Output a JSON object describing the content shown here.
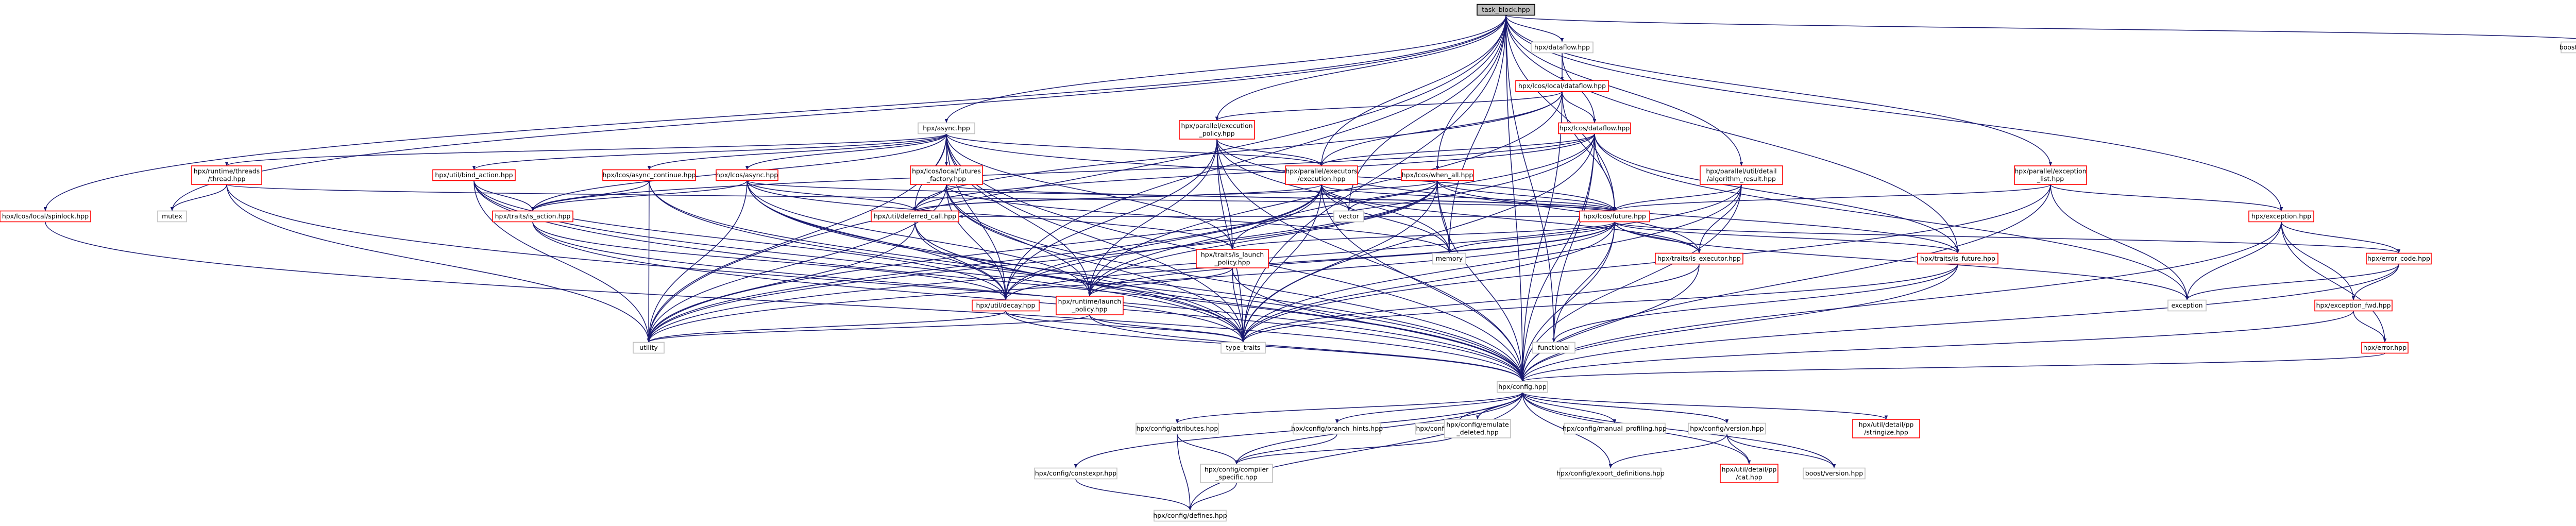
{
  "colors": {
    "edge": "#191970",
    "border_normal": "#bfbfbf",
    "border_missing": "#ff0000",
    "border_root": "#000000",
    "root_fill": "#bfbfbf",
    "fill": "#ffffff"
  },
  "nodes": [
    {
      "id": "root",
      "lines": [
        "task_block.hpp"
      ],
      "kind": "root"
    },
    {
      "id": "dataflow",
      "lines": [
        "hpx/dataflow.hpp"
      ],
      "kind": "normal"
    },
    {
      "id": "addressof",
      "lines": [
        "boost/utility/addressof.hpp"
      ],
      "kind": "normal"
    },
    {
      "id": "lcos_local_dataflow",
      "lines": [
        "hpx/lcos/local/dataflow.hpp"
      ],
      "kind": "missing"
    },
    {
      "id": "lcos_dataflow",
      "lines": [
        "hpx/lcos/dataflow.hpp"
      ],
      "kind": "missing"
    },
    {
      "id": "async",
      "lines": [
        "hpx/async.hpp"
      ],
      "kind": "normal"
    },
    {
      "id": "par_exec_policy",
      "lines": [
        "hpx/parallel/execution",
        "_policy.hpp"
      ],
      "kind": "missing"
    },
    {
      "id": "runtime_threads",
      "lines": [
        "hpx/runtime/threads",
        "/thread.hpp"
      ],
      "kind": "missing"
    },
    {
      "id": "util_bind_action",
      "lines": [
        "hpx/util/bind_action.hpp"
      ],
      "kind": "missing"
    },
    {
      "id": "async_continue",
      "lines": [
        "hpx/lcos/async_continue.hpp"
      ],
      "kind": "missing"
    },
    {
      "id": "lcos_async",
      "lines": [
        "hpx/lcos/async.hpp"
      ],
      "kind": "missing"
    },
    {
      "id": "futures_factory",
      "lines": [
        "hpx/lcos/local/futures",
        "_factory.hpp"
      ],
      "kind": "missing"
    },
    {
      "id": "par_executors",
      "lines": [
        "hpx/parallel/executors",
        "/execution.hpp"
      ],
      "kind": "missing"
    },
    {
      "id": "when_all",
      "lines": [
        "hpx/lcos/when_all.hpp"
      ],
      "kind": "missing"
    },
    {
      "id": "algorithm_result",
      "lines": [
        "hpx/parallel/util/detail",
        "/algorithm_result.hpp"
      ],
      "kind": "missing"
    },
    {
      "id": "exception_list",
      "lines": [
        "hpx/parallel/exception",
        "_list.hpp"
      ],
      "kind": "missing"
    },
    {
      "id": "spinlock",
      "lines": [
        "hpx/lcos/local/spinlock.hpp"
      ],
      "kind": "missing"
    },
    {
      "id": "mutex",
      "lines": [
        "mutex"
      ],
      "kind": "normal"
    },
    {
      "id": "is_action",
      "lines": [
        "hpx/traits/is_action.hpp"
      ],
      "kind": "missing"
    },
    {
      "id": "deferred_call",
      "lines": [
        "hpx/util/deferred_call.hpp"
      ],
      "kind": "missing"
    },
    {
      "id": "vector",
      "lines": [
        "vector"
      ],
      "kind": "normal"
    },
    {
      "id": "future",
      "lines": [
        "hpx/lcos/future.hpp"
      ],
      "kind": "missing"
    },
    {
      "id": "memory",
      "lines": [
        "memory"
      ],
      "kind": "normal"
    },
    {
      "id": "is_launch_policy",
      "lines": [
        "hpx/traits/is_launch",
        "_policy.hpp"
      ],
      "kind": "missing"
    },
    {
      "id": "is_executor",
      "lines": [
        "hpx/traits/is_executor.hpp"
      ],
      "kind": "missing"
    },
    {
      "id": "is_future",
      "lines": [
        "hpx/traits/is_future.hpp"
      ],
      "kind": "missing"
    },
    {
      "id": "exception_hpp",
      "lines": [
        "hpx/exception.hpp"
      ],
      "kind": "missing"
    },
    {
      "id": "error_code",
      "lines": [
        "hpx/error_code.hpp"
      ],
      "kind": "missing"
    },
    {
      "id": "decay",
      "lines": [
        "hpx/util/decay.hpp"
      ],
      "kind": "missing"
    },
    {
      "id": "launch_policy",
      "lines": [
        "hpx/runtime/launch",
        "_policy.hpp"
      ],
      "kind": "missing"
    },
    {
      "id": "exception_std",
      "lines": [
        "exception"
      ],
      "kind": "normal"
    },
    {
      "id": "exception_fwd",
      "lines": [
        "hpx/exception_fwd.hpp"
      ],
      "kind": "missing"
    },
    {
      "id": "utility",
      "lines": [
        "utility"
      ],
      "kind": "normal"
    },
    {
      "id": "type_traits",
      "lines": [
        "type_traits"
      ],
      "kind": "normal"
    },
    {
      "id": "functional",
      "lines": [
        "functional"
      ],
      "kind": "normal"
    },
    {
      "id": "error_hpp",
      "lines": [
        "hpx/error.hpp"
      ],
      "kind": "missing"
    },
    {
      "id": "config",
      "lines": [
        "hpx/config.hpp"
      ],
      "kind": "normal"
    },
    {
      "id": "attributes",
      "lines": [
        "hpx/config/attributes.hpp"
      ],
      "kind": "normal"
    },
    {
      "id": "branch_hints",
      "lines": [
        "hpx/config/branch_hints.hpp"
      ],
      "kind": "normal"
    },
    {
      "id": "forceinline",
      "lines": [
        "hpx/config/forceinline.hpp"
      ],
      "kind": "normal"
    },
    {
      "id": "emulate_deleted",
      "lines": [
        "hpx/config/emulate",
        "_deleted.hpp"
      ],
      "kind": "normal"
    },
    {
      "id": "manual_profiling",
      "lines": [
        "hpx/config/manual_profiling.hpp"
      ],
      "kind": "normal"
    },
    {
      "id": "version",
      "lines": [
        "hpx/config/version.hpp"
      ],
      "kind": "normal"
    },
    {
      "id": "stringize",
      "lines": [
        "hpx/util/detail/pp",
        "/stringize.hpp"
      ],
      "kind": "missing"
    },
    {
      "id": "constexpr",
      "lines": [
        "hpx/config/constexpr.hpp"
      ],
      "kind": "normal"
    },
    {
      "id": "compiler_specific",
      "lines": [
        "hpx/config/compiler",
        "_specific.hpp"
      ],
      "kind": "normal"
    },
    {
      "id": "export_definitions",
      "lines": [
        "hpx/config/export_definitions.hpp"
      ],
      "kind": "normal"
    },
    {
      "id": "pp_cat",
      "lines": [
        "hpx/util/detail/pp",
        "/cat.hpp"
      ],
      "kind": "missing"
    },
    {
      "id": "boost_version",
      "lines": [
        "boost/version.hpp"
      ],
      "kind": "normal"
    },
    {
      "id": "defines",
      "lines": [
        "hpx/config/defines.hpp"
      ],
      "kind": "normal"
    }
  ]
}
